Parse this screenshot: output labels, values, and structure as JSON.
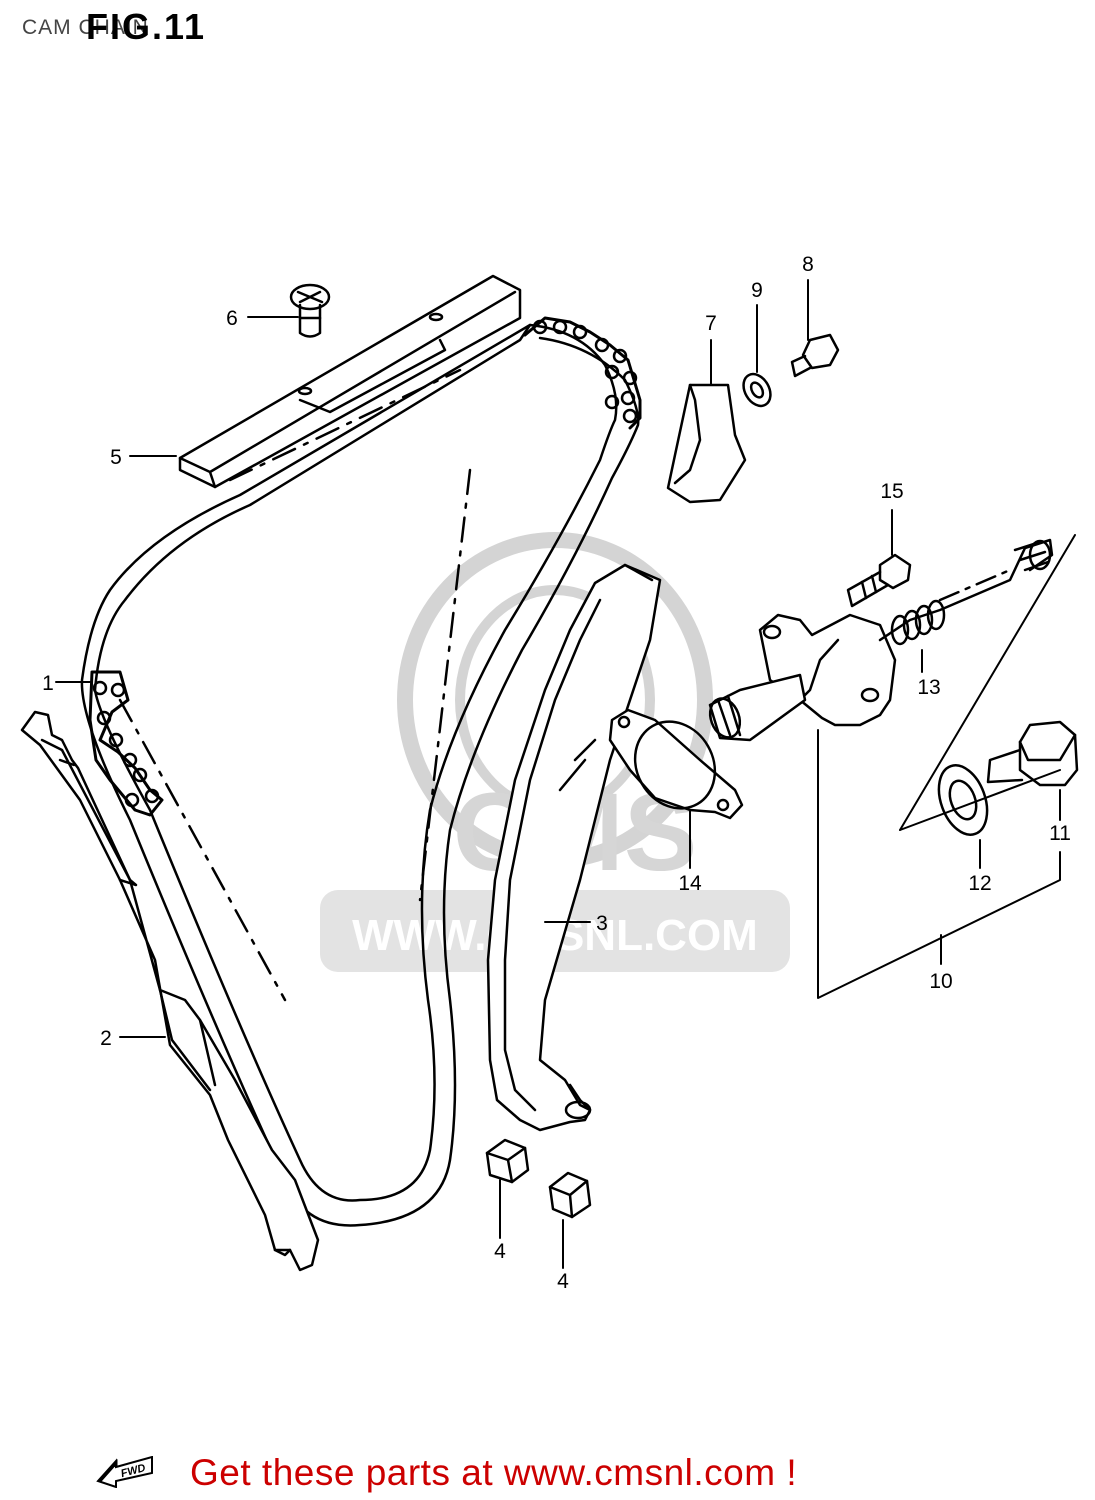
{
  "header": {
    "section_title": "CAM CHAIN",
    "figure_label": "FIG.11"
  },
  "watermark": {
    "brand": "CMS",
    "url": "WWW.CMSNL.COM"
  },
  "callouts": [
    {
      "id": "c1",
      "label": "1"
    },
    {
      "id": "c2",
      "label": "2"
    },
    {
      "id": "c3",
      "label": "3"
    },
    {
      "id": "c4a",
      "label": "4"
    },
    {
      "id": "c4b",
      "label": "4"
    },
    {
      "id": "c5",
      "label": "5"
    },
    {
      "id": "c6",
      "label": "6"
    },
    {
      "id": "c7",
      "label": "7"
    },
    {
      "id": "c8",
      "label": "8"
    },
    {
      "id": "c9",
      "label": "9"
    },
    {
      "id": "c10",
      "label": "10"
    },
    {
      "id": "c11",
      "label": "11"
    },
    {
      "id": "c12",
      "label": "12"
    },
    {
      "id": "c13",
      "label": "13"
    },
    {
      "id": "c14",
      "label": "14"
    },
    {
      "id": "c15",
      "label": "15"
    }
  ],
  "footer": {
    "fwd_label": "FWD",
    "promo_text": "Get these parts at www.cmsnl.com !"
  },
  "colors": {
    "line": "#000000",
    "watermark": "#d9d9d9",
    "promo": "#cc0000"
  }
}
